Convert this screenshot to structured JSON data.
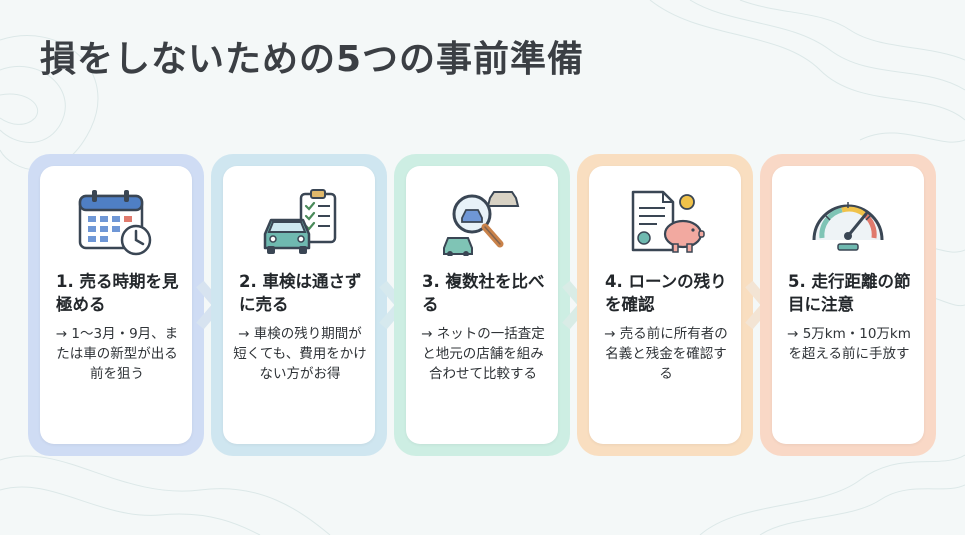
{
  "title": "損をしないための5つの事前準備",
  "steps": [
    {
      "number": "1.",
      "title": "売る時期を見極める",
      "desc": "→ 1〜3月・9月、または車の新型が出る前を狙う",
      "icon": "calendar-clock-icon",
      "color": "#c9d8f3"
    },
    {
      "number": "2.",
      "title": "車検は通さずに売る",
      "desc": "→ 車検の残り期間が短くても、費用をかけない方がお得",
      "icon": "car-inspection-checklist-icon",
      "color": "#cde6f0"
    },
    {
      "number": "3.",
      "title": "複数社を比べる",
      "desc": "→ ネットの一括査定と地元の店舗を組み合わせて比較する",
      "icon": "magnifier-cars-icon",
      "color": "#cbeee2"
    },
    {
      "number": "4.",
      "title": "ローンの残りを確認",
      "desc": "→ 売る前に所有者の名義と残金を確認する",
      "icon": "document-piggybank-icon",
      "color": "#f8ddbf"
    },
    {
      "number": "5.",
      "title": "走行距離の節目に注意",
      "desc": "→ 5万km・10万kmを超える前に手放す",
      "icon": "speedometer-icon",
      "color": "#f8d6c4"
    }
  ]
}
